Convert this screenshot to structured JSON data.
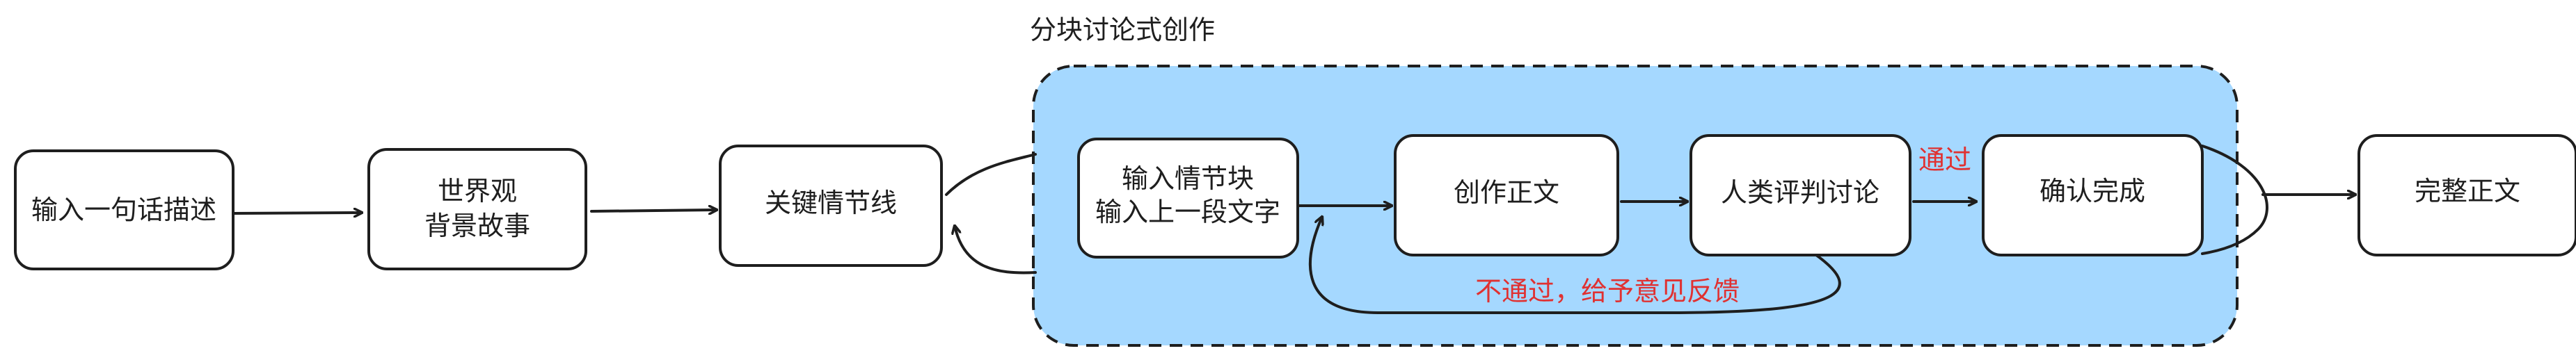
{
  "group": {
    "title": "分块讨论式创作",
    "fill": "#a5d8ff"
  },
  "nodes": {
    "input": "输入一句话描述",
    "world_line1": "世界观",
    "world_line2": "背景故事",
    "plot": "关键情节线",
    "block_line1": "输入情节块",
    "block_line2": "输入上一段文字",
    "create": "创作正文",
    "review": "人类评判讨论",
    "confirm": "确认完成",
    "final": "完整正文"
  },
  "edge_labels": {
    "pass": "通过",
    "fail": "不通过，给予意见反馈"
  },
  "colors": {
    "stroke": "#1e1e1e",
    "accent_red": "#e03131"
  }
}
